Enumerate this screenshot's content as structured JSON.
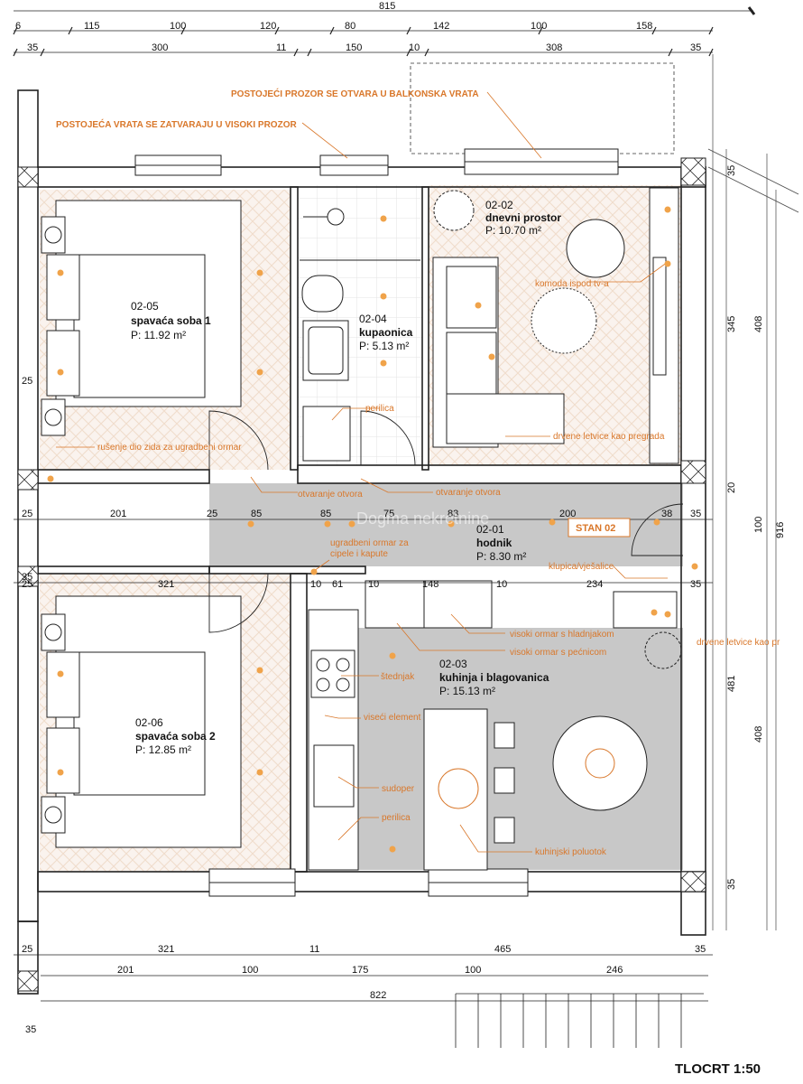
{
  "plan_title": "TLOCRT 1:50",
  "unit_label": "STAN 02",
  "watermark": "Dogma nekretnine",
  "rooms": {
    "bed1": {
      "code": "02-05",
      "name": "spavaća soba 1",
      "area": "P: 11.92 m²"
    },
    "bath": {
      "code": "02-04",
      "name": "kupaonica",
      "area": "P: 5.13 m²"
    },
    "living": {
      "code": "02-02",
      "name": "dnevni prostor",
      "area": "P: 10.70 m²"
    },
    "hall": {
      "code": "02-01",
      "name": "hodnik",
      "area": "P: 8.30 m²"
    },
    "kitchen": {
      "code": "02-03",
      "name": "kuhinja i blagovanica",
      "area": "P: 15.13 m²"
    },
    "bed2": {
      "code": "02-06",
      "name": "spavaća soba 2",
      "area": "P: 12.85 m²"
    }
  },
  "annotations": {
    "balcony_window": "POSTOJEĆI PROZOR SE OTVARA U BALKONSKA VRATA",
    "high_window": "POSTOJEĆA VRATA SE ZATVARAJU U VISOKI PROZOR",
    "tv_chest": "komoda ispod tv-a",
    "washer_bath": "perilica",
    "wooden_slats": "drvene letvice kao pregrada",
    "wall_demolition": "rušenje dio zida za ugradbeni ormar",
    "opening_1": "otvaranje otvora",
    "opening_2": "otvaranje otvora",
    "builtin_wardrobe_1": "ugradbeni ormar za",
    "builtin_wardrobe_2": "cipele i kapute",
    "bench": "klupica/vješalice",
    "wooden_slats_2": "drvene letvice kao pr",
    "fridge": "visoki ormar s hladnjakom",
    "oven": "visoki ormar s pećnicom",
    "stove": "štednjak",
    "wall_cabinet": "viseći element",
    "sink": "sudoper",
    "dishwasher": "perilica",
    "peninsula": "kuhinjski poluotok"
  },
  "dims_top": {
    "total": "815",
    "row1": [
      "6",
      "115",
      "100",
      "120",
      "80",
      "142",
      "100",
      "158"
    ],
    "row2": [
      "35",
      "300",
      "11",
      "150",
      "10",
      "308",
      "35"
    ]
  },
  "dims_middle": {
    "row_a": [
      "25",
      "201",
      "25",
      "85",
      "85",
      "75",
      "83",
      "200",
      "38",
      "35"
    ],
    "row_b": [
      "35",
      "25",
      "321",
      "10",
      "61",
      "10",
      "148",
      "10",
      "234",
      "35"
    ]
  },
  "dims_bottom": {
    "row1": [
      "25",
      "321",
      "11",
      "465",
      "35"
    ],
    "row2": [
      "201",
      "100",
      "175",
      "100",
      "246"
    ],
    "total": "822",
    "extra": "35"
  },
  "dims_left": [
    "25"
  ],
  "dims_right": [
    "35",
    "345",
    "408",
    "20",
    "100",
    "916",
    "481",
    "408",
    "35"
  ]
}
